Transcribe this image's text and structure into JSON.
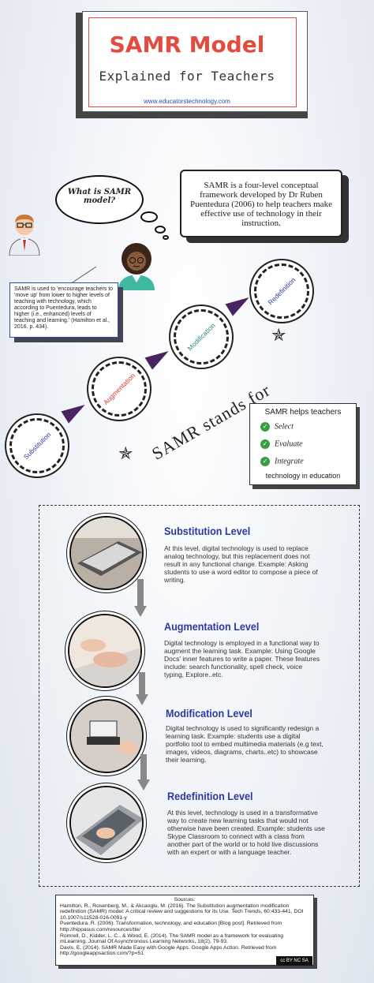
{
  "header": {
    "title": "SAMR Model",
    "subtitle": "Explained for Teachers",
    "url": "www.educatorstechnology.com"
  },
  "thought": {
    "text": "What is SAMR model?"
  },
  "definition": {
    "text": "SAMR is  a four-level conceptual framework  developed by Dr Ruben Puentedura (2006) to help teachers make  effective use of technology in their instruction."
  },
  "quote": {
    "text": "SAMR is used to 'encourage teachers to 'move up' from lower to higher levels of teaching with technology, which according to Puentedura, leads to higher (i.e., enhanced) levels of teaching and learning.' (Hamilton et al., 2016. p. 434)."
  },
  "stands": {
    "label": "SAMR stands for",
    "steps": [
      "Substitution",
      "Augmentation",
      "Modification",
      "Redefinition"
    ]
  },
  "helps": {
    "title": "SAMR helps teachers",
    "items": [
      "Select",
      "Evaluate",
      "Integrate"
    ],
    "footer": "technology in education"
  },
  "levels": [
    {
      "title": "Substitution Level",
      "desc": "At this level, digital technology is used to replace analog technology, but this replacement does not result in any functional change. Example: Asking students to use a word editor to compose a piece of writing."
    },
    {
      "title": "Augmentation Level",
      "desc": "Digital technology is employed in a functional way to augment the learning task. Example: Using Google Docs' inner features to write a paper. These features include: search functionality, spell check, voice typing, Explore..etc."
    },
    {
      "title": "Modification Level",
      "desc": "Digital technology is used to significantly redesign a learning task. Example: students use a digital portfolio tool to embed multimedia materials (e.g text, images, videos, diagrams, charts..etc) to showcase their learning."
    },
    {
      "title": "Redefinition Level",
      "desc": "At this level, technology is used in a transformative way to create new learning tasks that would not otherwise have been created. Example: students use Skype Classroom to connect with a class from another part of the world or to hold live discussions with an expert or with a language teacher."
    }
  ],
  "sources": {
    "title": "Sources:",
    "lines": [
      "Hamilton, R., Rosenberg, M., & Akcaoglu, M. (2016). The Substitution augmentation modification redefinition (SAMR) model: A critical review and suggestions for its Use. Tech Trends, 60:433-441, DOI 10.1007/s11528-016-0091-y",
      "Puentedura, R. (2006). Transformation, technology, and education [Blog post]. Retrieved from http://hippasus.com/resources/tte/",
      "Romrell, D., Kidder, L. C., & Wood, E. (2014). The SAMR model as a framework for evaluating mLearning. Journal Of Asynchronous Learning Networks, 18(2), 79-93.",
      "Davis, E. (2014). SAMR Made Easy with Google Apps. Google Apps Action. Retrieved from http://googleappsaction.com/?p=51"
    ],
    "license": "cc BY NC SA"
  },
  "colors": {
    "title_red": "#e44b3e",
    "level_blue": "#2b3aa0",
    "arrow_purple": "#4a2462",
    "check_green": "#3b9b48"
  }
}
